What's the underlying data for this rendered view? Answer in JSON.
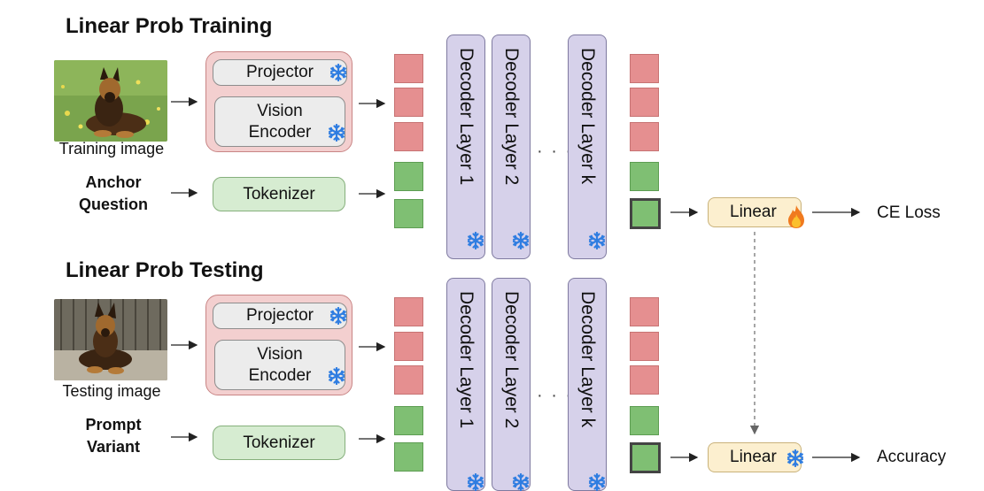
{
  "training": {
    "title": "Linear Prob Training",
    "image_caption": "Training image",
    "text_input": [
      "Anchor",
      "Question"
    ],
    "projector": "Projector",
    "vision_encoder": [
      "Vision",
      "Encoder"
    ],
    "tokenizer": "Tokenizer",
    "decoders": [
      "Decoder Layer 1",
      "Decoder Layer 2",
      "Decoder Layer k"
    ],
    "dots": "· · ·",
    "linear": "Linear",
    "output": "CE Loss"
  },
  "testing": {
    "title": "Linear Prob Testing",
    "image_caption": "Testing image",
    "text_input": [
      "Prompt",
      "Variant"
    ],
    "projector": "Projector",
    "vision_encoder": [
      "Vision",
      "Encoder"
    ],
    "tokenizer": "Tokenizer",
    "decoders": [
      "Decoder Layer 1",
      "Decoder Layer 2",
      "Decoder Layer k"
    ],
    "dots": "· · ·",
    "linear": "Linear",
    "output": "Accuracy"
  },
  "icons": {
    "frozen": "snowflake-icon",
    "trainable": "fire-icon"
  },
  "colors": {
    "image_token": "#e58f90",
    "text_token": "#7fbf73",
    "encoder_group": "#f3cfcf",
    "decoder": "#d6d1ea",
    "linear": "#fcefcf",
    "tokenizer": "#d6ecd1",
    "snowflake": "#2f7de1"
  }
}
